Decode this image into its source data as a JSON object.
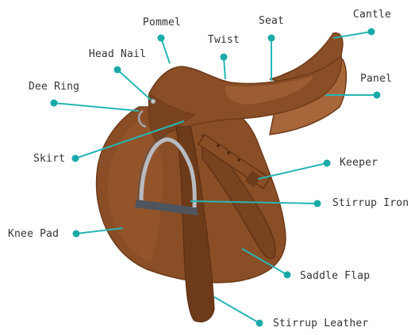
{
  "diagram": {
    "colors": {
      "leader": "#26b5b5",
      "dot": "#1aa9a9",
      "text": "#333333",
      "leather_main": "#8a4e26",
      "leather_dark": "#6e3b1a",
      "leather_light": "#a8673a",
      "metal": "#b8bcc2",
      "metal_dark": "#4f555c"
    },
    "labels": {
      "pommel": "Pommel",
      "twist": "Twist",
      "seat": "Seat",
      "cantle": "Cantle",
      "head_nail": "Head Nail",
      "panel": "Panel",
      "dee_ring": "Dee Ring",
      "skirt": "Skirt",
      "keeper": "Keeper",
      "stirrup_iron": "Stirrup Iron",
      "knee_pad": "Knee Pad",
      "saddle_flap": "Saddle Flap",
      "stirrup_leather": "Stirrup Leather"
    }
  }
}
